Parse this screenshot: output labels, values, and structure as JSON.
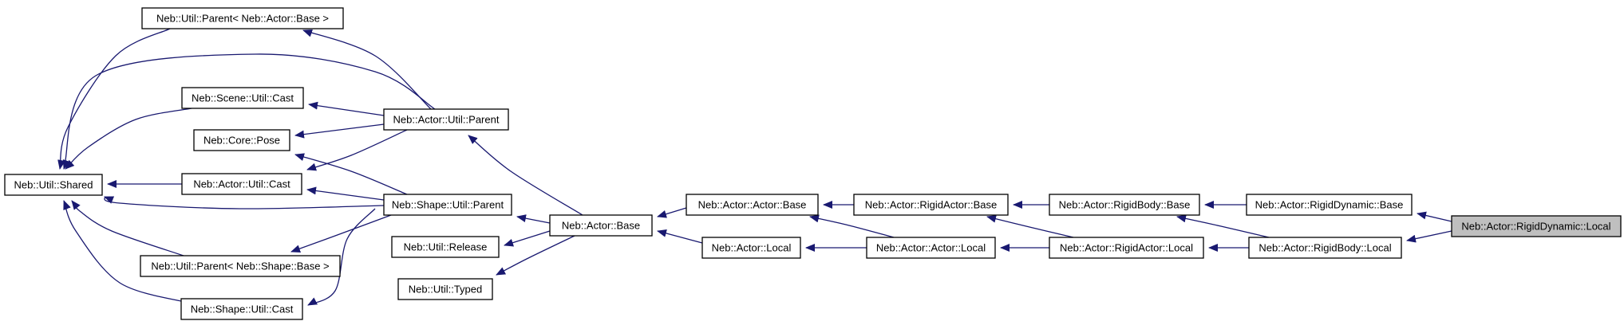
{
  "diagram": {
    "nodes": [
      {
        "id": "shared",
        "label": "Neb::Util::Shared"
      },
      {
        "id": "parent_actor_base",
        "label": "Neb::Util::Parent< Neb::Actor::Base >"
      },
      {
        "id": "scene_cast",
        "label": "Neb::Scene::Util::Cast"
      },
      {
        "id": "core_pose",
        "label": "Neb::Core::Pose"
      },
      {
        "id": "actor_util_cast",
        "label": "Neb::Actor::Util::Cast"
      },
      {
        "id": "parent_shape_base",
        "label": "Neb::Util::Parent< Neb::Shape::Base >"
      },
      {
        "id": "shape_cast",
        "label": "Neb::Shape::Util::Cast"
      },
      {
        "id": "actor_util_parent",
        "label": "Neb::Actor::Util::Parent"
      },
      {
        "id": "shape_util_parent",
        "label": "Neb::Shape::Util::Parent"
      },
      {
        "id": "release",
        "label": "Neb::Util::Release"
      },
      {
        "id": "typed",
        "label": "Neb::Util::Typed"
      },
      {
        "id": "actor_base",
        "label": "Neb::Actor::Base"
      },
      {
        "id": "actor_actor_base",
        "label": "Neb::Actor::Actor::Base"
      },
      {
        "id": "actor_local",
        "label": "Neb::Actor::Local"
      },
      {
        "id": "rigidactor_base",
        "label": "Neb::Actor::RigidActor::Base"
      },
      {
        "id": "actor_actor_local",
        "label": "Neb::Actor::Actor::Local"
      },
      {
        "id": "rigidbody_base",
        "label": "Neb::Actor::RigidBody::Base"
      },
      {
        "id": "rigidactor_local",
        "label": "Neb::Actor::RigidActor::Local"
      },
      {
        "id": "rigiddynamic_base",
        "label": "Neb::Actor::RigidDynamic::Base"
      },
      {
        "id": "rigidbody_local",
        "label": "Neb::Actor::RigidBody::Local"
      },
      {
        "id": "rigiddynamic_local",
        "label": "Neb::Actor::RigidDynamic::Local",
        "highlighted": true
      }
    ],
    "edges": [
      {
        "from": "parent_actor_base",
        "to": "shared"
      },
      {
        "from": "actor_util_parent",
        "to": "shared"
      },
      {
        "from": "scene_cast",
        "to": "shared"
      },
      {
        "from": "actor_util_cast",
        "to": "shared"
      },
      {
        "from": "shape_util_parent",
        "to": "shared"
      },
      {
        "from": "parent_shape_base",
        "to": "shared"
      },
      {
        "from": "shape_cast",
        "to": "shared"
      },
      {
        "from": "actor_util_parent",
        "to": "parent_actor_base"
      },
      {
        "from": "actor_util_parent",
        "to": "scene_cast"
      },
      {
        "from": "actor_util_parent",
        "to": "core_pose"
      },
      {
        "from": "actor_util_parent",
        "to": "actor_util_cast"
      },
      {
        "from": "shape_util_parent",
        "to": "core_pose"
      },
      {
        "from": "shape_util_parent",
        "to": "actor_util_cast"
      },
      {
        "from": "shape_util_parent",
        "to": "parent_shape_base"
      },
      {
        "from": "shape_util_parent",
        "to": "shape_cast"
      },
      {
        "from": "actor_base",
        "to": "actor_util_parent"
      },
      {
        "from": "actor_base",
        "to": "shape_util_parent"
      },
      {
        "from": "actor_base",
        "to": "release"
      },
      {
        "from": "actor_base",
        "to": "typed"
      },
      {
        "from": "actor_actor_base",
        "to": "actor_base"
      },
      {
        "from": "actor_local",
        "to": "actor_base"
      },
      {
        "from": "rigidactor_base",
        "to": "actor_actor_base"
      },
      {
        "from": "actor_actor_local",
        "to": "actor_actor_base"
      },
      {
        "from": "actor_actor_local",
        "to": "actor_local"
      },
      {
        "from": "rigidbody_base",
        "to": "rigidactor_base"
      },
      {
        "from": "rigidactor_local",
        "to": "rigidactor_base"
      },
      {
        "from": "rigidactor_local",
        "to": "actor_actor_local"
      },
      {
        "from": "rigiddynamic_base",
        "to": "rigidbody_base"
      },
      {
        "from": "rigidbody_local",
        "to": "rigidbody_base"
      },
      {
        "from": "rigidbody_local",
        "to": "rigidactor_local"
      },
      {
        "from": "rigiddynamic_local",
        "to": "rigiddynamic_base"
      },
      {
        "from": "rigiddynamic_local",
        "to": "rigidbody_local"
      }
    ],
    "colors": {
      "edge": "#191970",
      "node_border": "#000000",
      "node_fill": "#ffffff",
      "highlight_fill": "#bfbfbf"
    }
  }
}
